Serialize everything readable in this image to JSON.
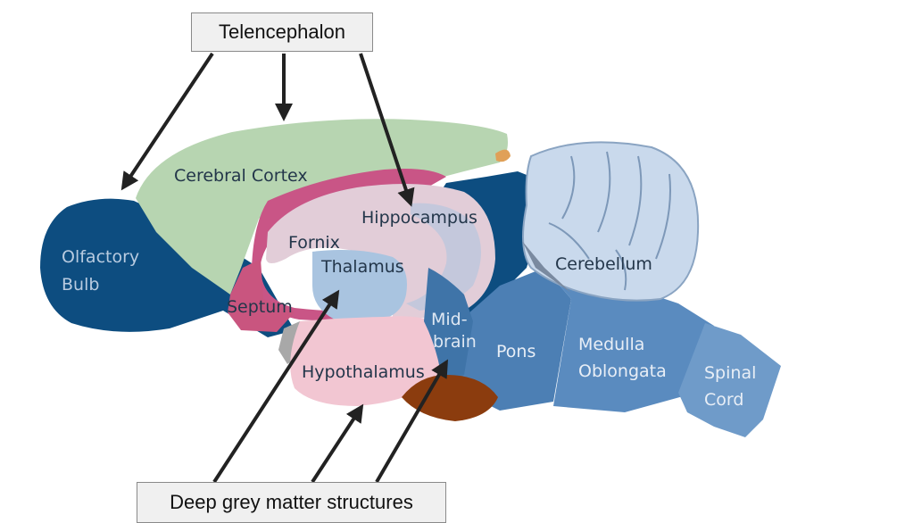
{
  "callouts": {
    "top": "Telencephalon",
    "bottom": "Deep grey matter structures"
  },
  "regions": {
    "olfactory_bulb": [
      "Olfactory",
      "Bulb"
    ],
    "cerebral_cortex": "Cerebral Cortex",
    "hippocampus": "Hippocampus",
    "fornix": "Fornix",
    "thalamus": "Thalamus",
    "septum": "Septum",
    "midbrain": [
      "Mid-",
      "brain"
    ],
    "hypothalamus": "Hypothalamus",
    "pons": "Pons",
    "medulla": [
      "Medulla",
      "Oblongata"
    ],
    "spinal_cord": [
      "Spinal",
      "Cord"
    ],
    "cerebellum": "Cerebellum"
  },
  "colors": {
    "olfactory": "#0d4d80",
    "cortex": "#b7d5b1",
    "hippocampus": "#e2cdd8",
    "fornix": "#c95586",
    "thalamus": "#a9c4e0",
    "hypothalamus": "#f2c6d2",
    "midbrain": "#3f74a8",
    "pons": "#4c7fb4",
    "medulla": "#5a8bbf",
    "spinal": "#6f9bc9",
    "cerebellum": "#c9d9ec",
    "brainstem_top": "#0d4d80",
    "pituitary": "#8b3c0e"
  }
}
